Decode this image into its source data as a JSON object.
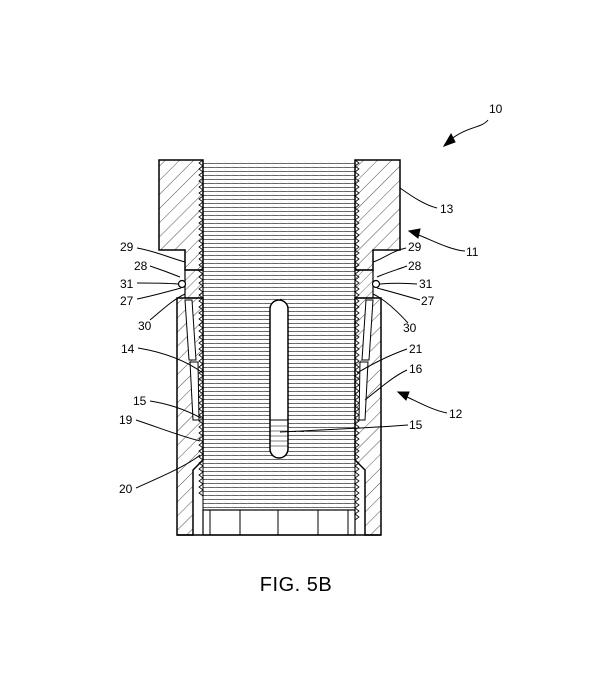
{
  "figure": {
    "caption": "FIG. 5B",
    "labels": {
      "l10": "10",
      "l13": "13",
      "l11": "11",
      "l29L": "29",
      "l28L": "28",
      "l31L": "31",
      "l27L": "27",
      "l30L": "30",
      "l29R": "29",
      "l28R": "28",
      "l31R": "31",
      "l27R": "27",
      "l30R": "30",
      "l14": "14",
      "l21": "21",
      "l16": "16",
      "l12": "12",
      "l15L": "15",
      "l15R": "15",
      "l19": "19",
      "l20": "20"
    }
  }
}
